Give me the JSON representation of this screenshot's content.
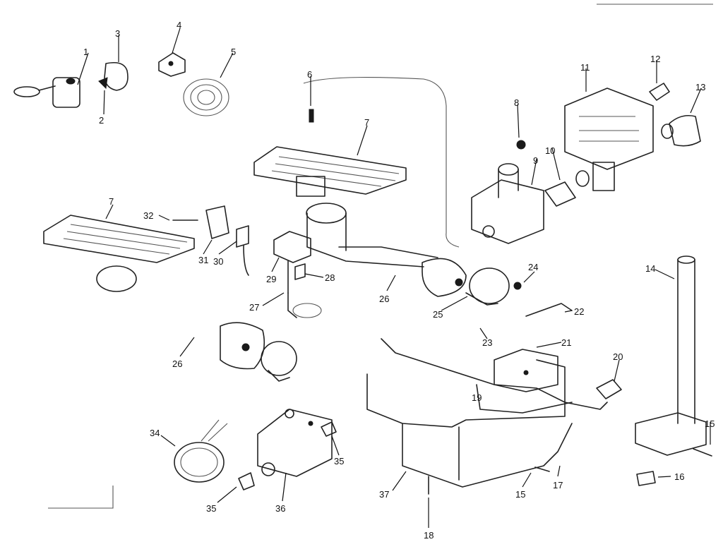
{
  "diagram": {
    "part_labels": [
      {
        "num": "1"
      },
      {
        "num": "2"
      },
      {
        "num": "3"
      },
      {
        "num": "4"
      },
      {
        "num": "5"
      },
      {
        "num": "6"
      },
      {
        "num": "7"
      },
      {
        "num": "7"
      },
      {
        "num": "8"
      },
      {
        "num": "9"
      },
      {
        "num": "10"
      },
      {
        "num": "11"
      },
      {
        "num": "12"
      },
      {
        "num": "13"
      },
      {
        "num": "14"
      },
      {
        "num": "15"
      },
      {
        "num": "15"
      },
      {
        "num": "16"
      },
      {
        "num": "17"
      },
      {
        "num": "18"
      },
      {
        "num": "19"
      },
      {
        "num": "20"
      },
      {
        "num": "21"
      },
      {
        "num": "22"
      },
      {
        "num": "23"
      },
      {
        "num": "24"
      },
      {
        "num": "25"
      },
      {
        "num": "26"
      },
      {
        "num": "26"
      },
      {
        "num": "27"
      },
      {
        "num": "28"
      },
      {
        "num": "29"
      },
      {
        "num": "30"
      },
      {
        "num": "31"
      },
      {
        "num": "32"
      },
      {
        "num": "34"
      },
      {
        "num": "35"
      },
      {
        "num": "35"
      },
      {
        "num": "36"
      },
      {
        "num": "37"
      }
    ]
  }
}
